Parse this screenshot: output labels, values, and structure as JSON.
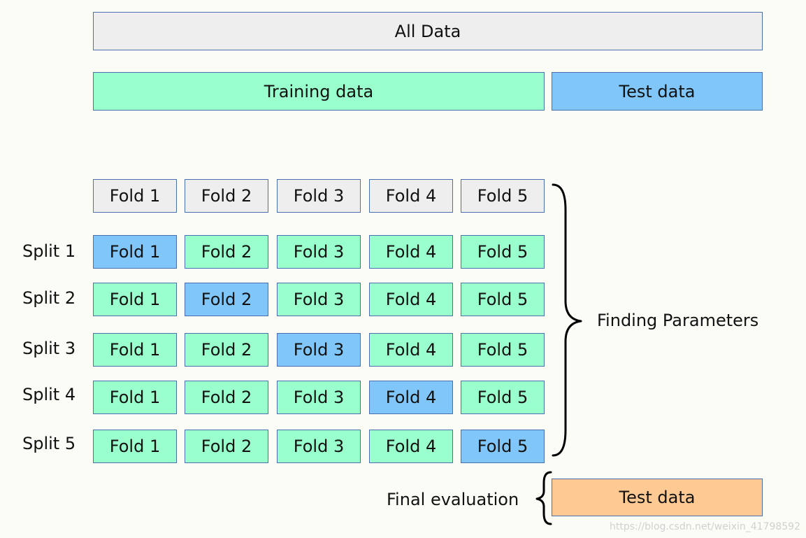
{
  "all_data": "All Data",
  "training_data": "Training data",
  "test_data_top": "Test data",
  "folds_header": [
    "Fold 1",
    "Fold 2",
    "Fold 3",
    "Fold 4",
    "Fold 5"
  ],
  "splits": [
    {
      "label": "Split 1",
      "folds": [
        "Fold 1",
        "Fold 2",
        "Fold 3",
        "Fold 4",
        "Fold 5"
      ],
      "test_index": 0
    },
    {
      "label": "Split 2",
      "folds": [
        "Fold 1",
        "Fold 2",
        "Fold 3",
        "Fold 4",
        "Fold 5"
      ],
      "test_index": 1
    },
    {
      "label": "Split 3",
      "folds": [
        "Fold 1",
        "Fold 2",
        "Fold 3",
        "Fold 4",
        "Fold 5"
      ],
      "test_index": 2
    },
    {
      "label": "Split 4",
      "folds": [
        "Fold 1",
        "Fold 2",
        "Fold 3",
        "Fold 4",
        "Fold 5"
      ],
      "test_index": 3
    },
    {
      "label": "Split 5",
      "folds": [
        "Fold 1",
        "Fold 2",
        "Fold 3",
        "Fold 4",
        "Fold 5"
      ],
      "test_index": 4
    }
  ],
  "finding_parameters": "Finding Parameters",
  "final_evaluation": "Final evaluation",
  "test_data_bottom": "Test data",
  "watermark": "https://blog.csdn.net/weixin_41798592",
  "colors": {
    "gray": "#eeeeee",
    "train": "#99ffcc",
    "test": "#80c6f8",
    "final_test": "#ffc994",
    "border": "#4a6fb0"
  }
}
